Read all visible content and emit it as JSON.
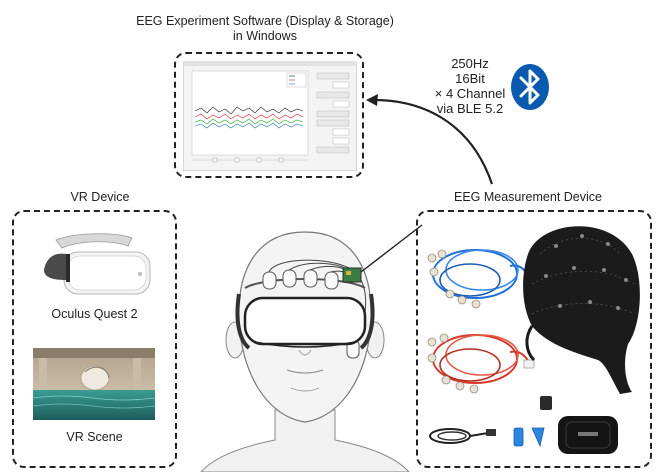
{
  "software": {
    "title_line1": "EEG Experiment Software (Display & Storage)",
    "title_line2": "in Windows"
  },
  "transmission": {
    "line1": "250Hz",
    "line2": "16Bit",
    "line3": "× 4 Channel",
    "line4": "via BLE 5.2",
    "bluetooth_color": "#0a5ab0"
  },
  "vr_device": {
    "title": "VR Device",
    "headset_label": "Oculus Quest 2",
    "scene_label": "VR Scene"
  },
  "eeg_device": {
    "title": "EEG Measurement Device",
    "wire_colors": [
      "#1f6fd6",
      "#d63a2a"
    ]
  }
}
